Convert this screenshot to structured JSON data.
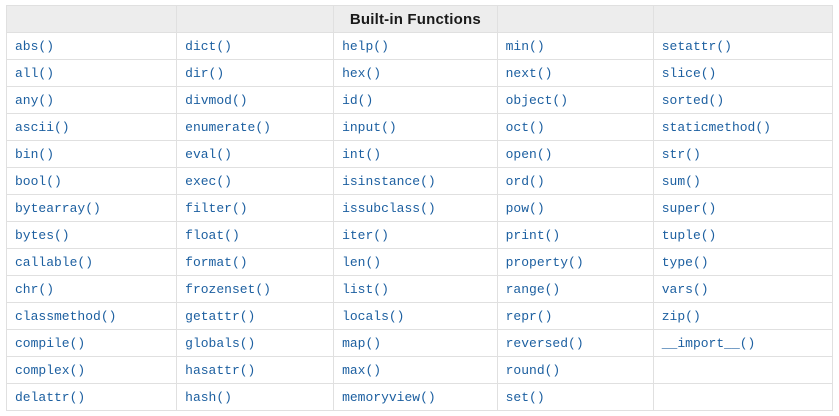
{
  "table": {
    "title": "Built-in Functions",
    "header": [
      "",
      "",
      "Built-in Functions",
      "",
      ""
    ],
    "rows": [
      [
        "abs()",
        "dict()",
        "help()",
        "min()",
        "setattr()"
      ],
      [
        "all()",
        "dir()",
        "hex()",
        "next()",
        "slice()"
      ],
      [
        "any()",
        "divmod()",
        "id()",
        "object()",
        "sorted()"
      ],
      [
        "ascii()",
        "enumerate()",
        "input()",
        "oct()",
        "staticmethod()"
      ],
      [
        "bin()",
        "eval()",
        "int()",
        "open()",
        "str()"
      ],
      [
        "bool()",
        "exec()",
        "isinstance()",
        "ord()",
        "sum()"
      ],
      [
        "bytearray()",
        "filter()",
        "issubclass()",
        "pow()",
        "super()"
      ],
      [
        "bytes()",
        "float()",
        "iter()",
        "print()",
        "tuple()"
      ],
      [
        "callable()",
        "format()",
        "len()",
        "property()",
        "type()"
      ],
      [
        "chr()",
        "frozenset()",
        "list()",
        "range()",
        "vars()"
      ],
      [
        "classmethod()",
        "getattr()",
        "locals()",
        "repr()",
        "zip()"
      ],
      [
        "compile()",
        "globals()",
        "map()",
        "reversed()",
        "__import__()"
      ],
      [
        "complex()",
        "hasattr()",
        "max()",
        "round()",
        ""
      ],
      [
        "delattr()",
        "hash()",
        "memoryview()",
        "set()",
        ""
      ]
    ],
    "colors": {
      "link": "#1c5fa0",
      "header_bg": "#ededed",
      "border": "#e0e0e0",
      "header_text": "#1a1a1a"
    }
  }
}
